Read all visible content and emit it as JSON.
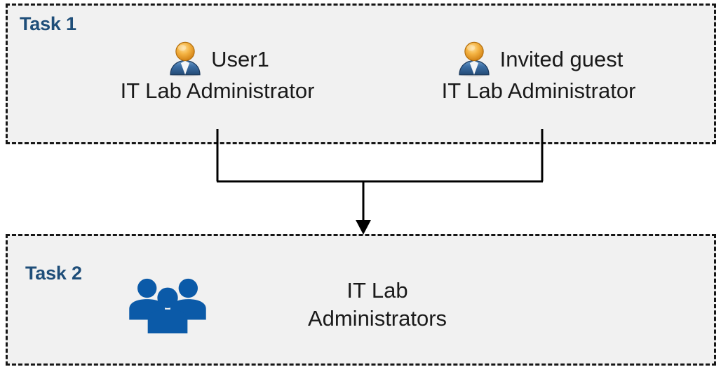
{
  "diagram": {
    "title": "Task 1 / Task 2 role assignment flow",
    "background": "#ffffff",
    "box_fill": "#f1f1f1",
    "box_border": "#161616",
    "label_color": "#1F4E79",
    "text_color": "#1a1a1a",
    "group_icon_color": "#0B5AA8",
    "connector_color": "#000000"
  },
  "task1": {
    "label": "Task 1",
    "people": [
      {
        "icon": "single-user-icon",
        "name": "User1",
        "role": "IT Lab Administrator"
      },
      {
        "icon": "single-user-icon",
        "name": "Invited guest",
        "role": "IT Lab Administrator"
      }
    ]
  },
  "task2": {
    "label": "Task 2",
    "group": {
      "icon": "user-group-icon",
      "name": "IT Lab\nAdministrators"
    }
  },
  "connector": {
    "kind": "merge-arrow",
    "from": [
      "User1",
      "Invited guest"
    ],
    "to": "IT Lab Administrators",
    "arrowhead": "down"
  }
}
